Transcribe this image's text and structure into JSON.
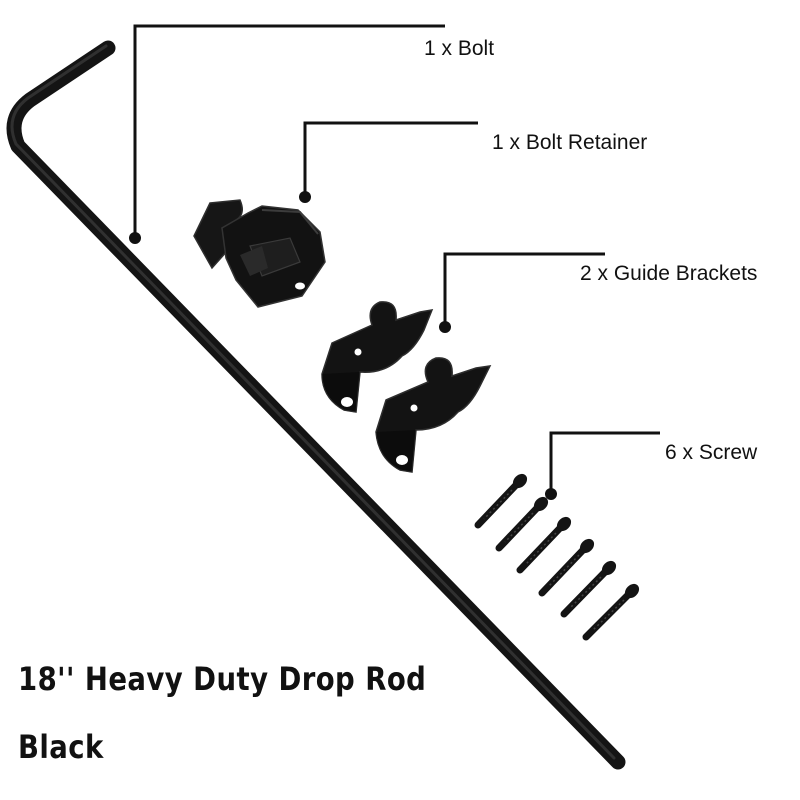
{
  "callouts": {
    "bolt": "1 x Bolt",
    "bolt_retainer": "1 x Bolt Retainer",
    "guide_brackets": "2 x Guide Brackets",
    "screw": "6 x Screw"
  },
  "caption": {
    "line1": "18'' Heavy Duty Drop Rod",
    "line2": "Black"
  },
  "colors": {
    "hardware": "#141414",
    "text": "#111111",
    "background": "#ffffff"
  }
}
